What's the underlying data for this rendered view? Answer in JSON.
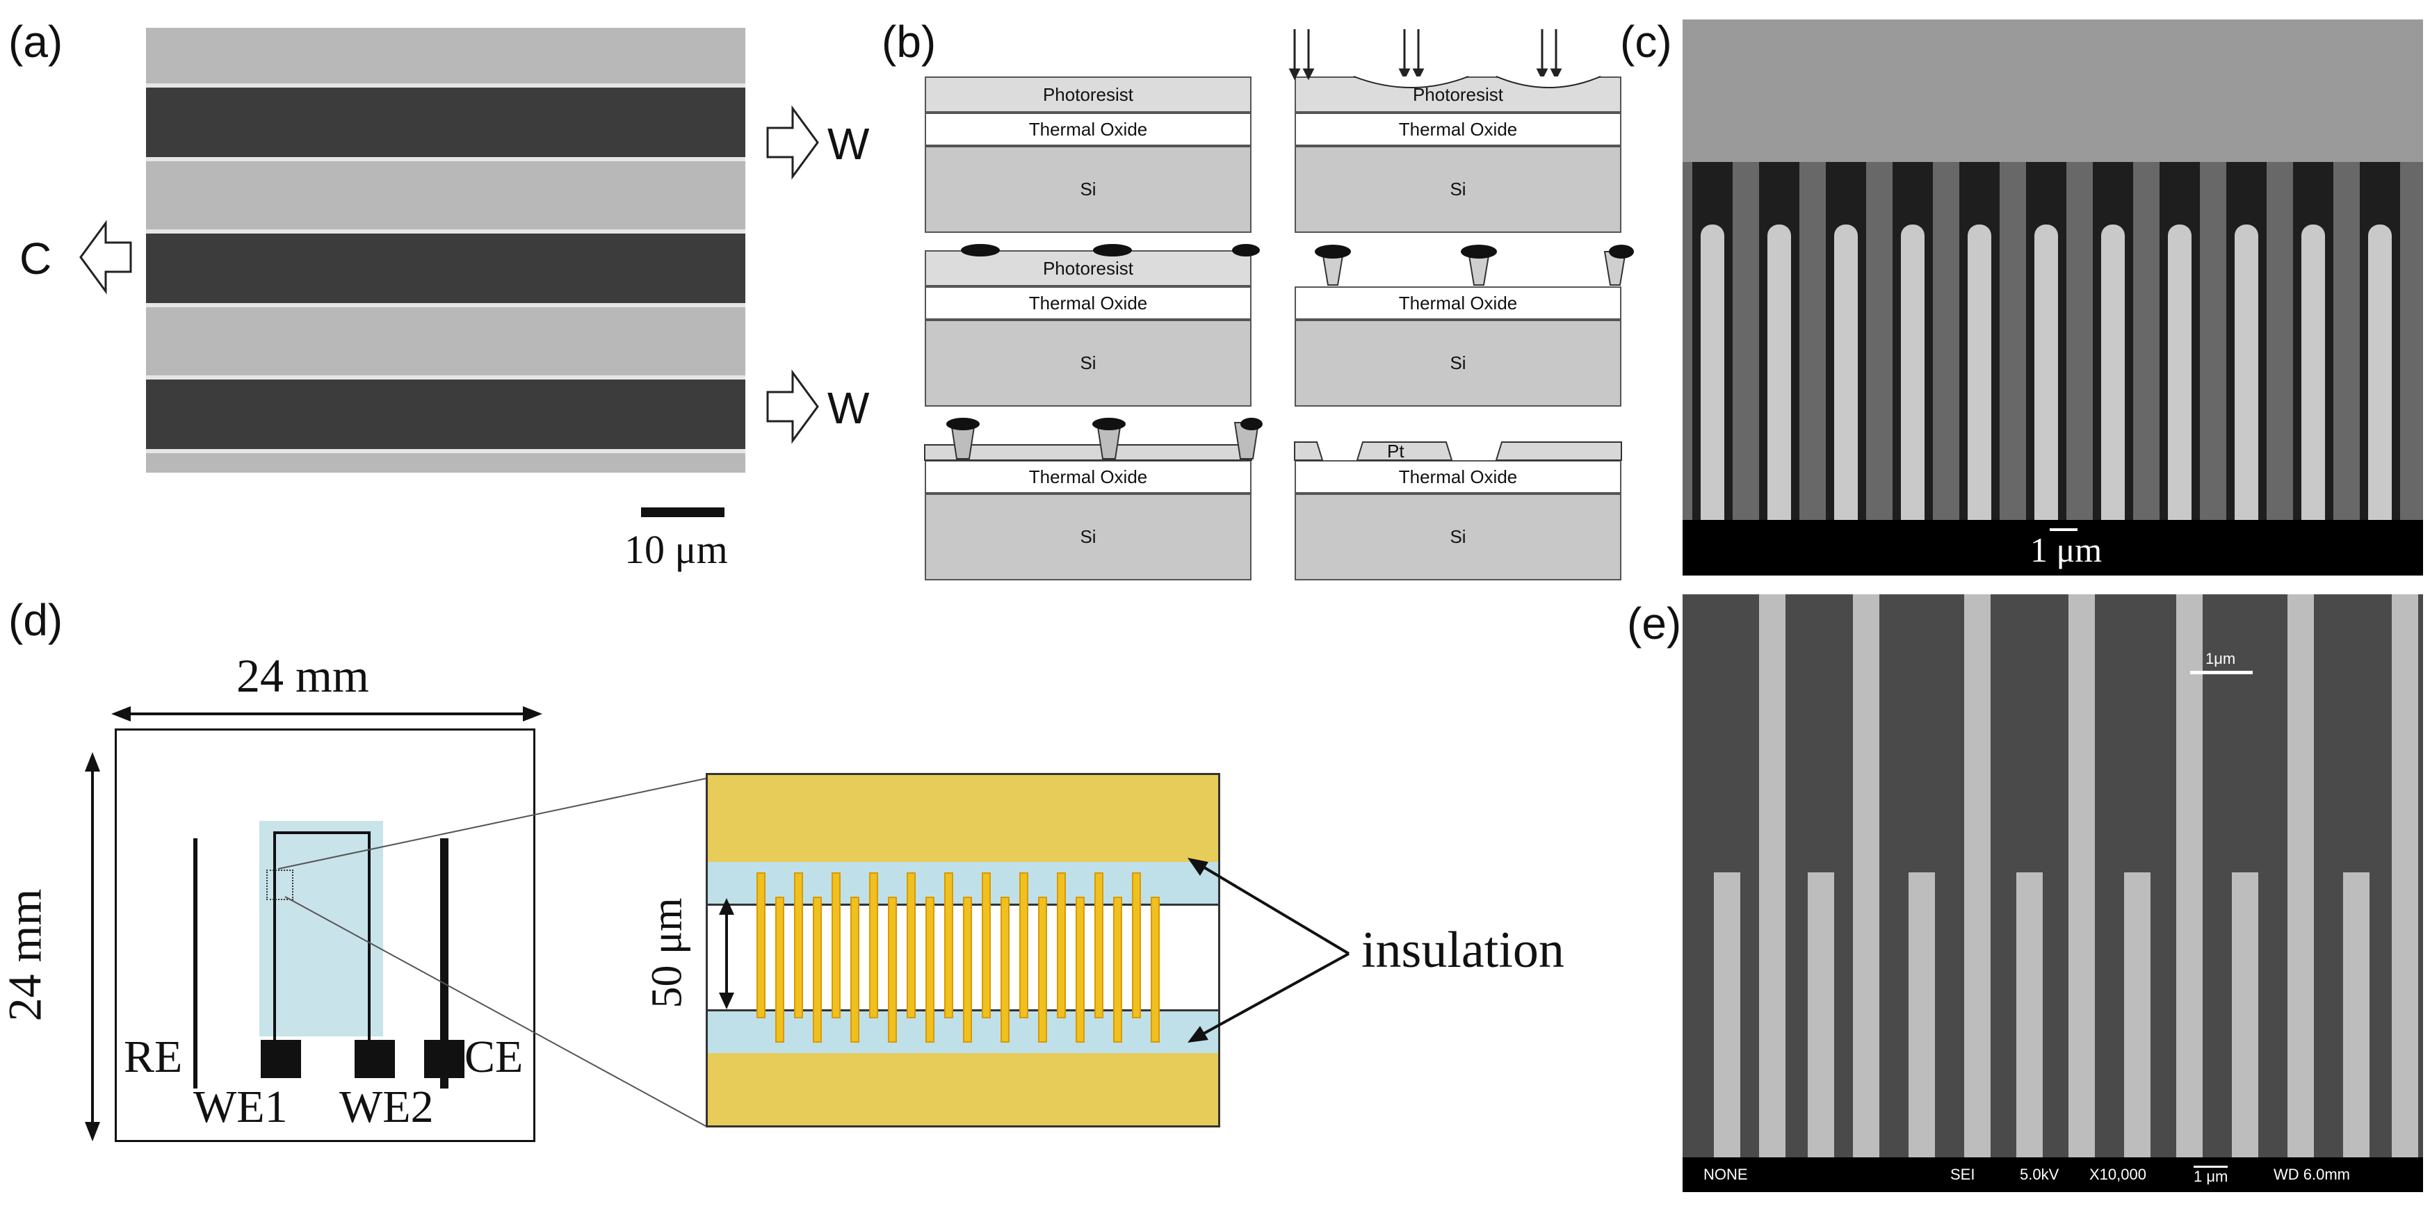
{
  "panels": {
    "a": {
      "label": "(a)",
      "arrow_right_top": "W",
      "arrow_left": "C",
      "arrow_right_bottom": "W",
      "scalebar": "10 μm"
    },
    "b": {
      "label": "(b)",
      "layers": {
        "photoresist": "Photoresist",
        "thermal_oxide": "Thermal Oxide",
        "si": "Si",
        "pt": "Pt"
      }
    },
    "c": {
      "label": "(c)",
      "scalebar": "1 μm"
    },
    "d": {
      "label": "(d)",
      "width_dim": "24 mm",
      "height_dim": "24 mm",
      "electrodes": {
        "re": "RE",
        "ce": "CE",
        "we1": "WE1",
        "we2": "WE2"
      },
      "gap_dim": "50 μm",
      "callout": "insulation"
    },
    "e": {
      "label": "(e)",
      "scalebar": "1μm",
      "footer": {
        "f1": "NONE",
        "f2": "SEI",
        "f3": "5.0kV",
        "f4": "X10,000",
        "f5": "1 μm",
        "f6": "WD 6.0mm"
      }
    }
  },
  "colors": {
    "oxide": "#ffffff",
    "photoresist": "#dcdcdc",
    "si": "#c8c8c8",
    "gold": "#e8cc5a",
    "insulation": "#bfe0e8",
    "electrode": "#f0c020"
  }
}
